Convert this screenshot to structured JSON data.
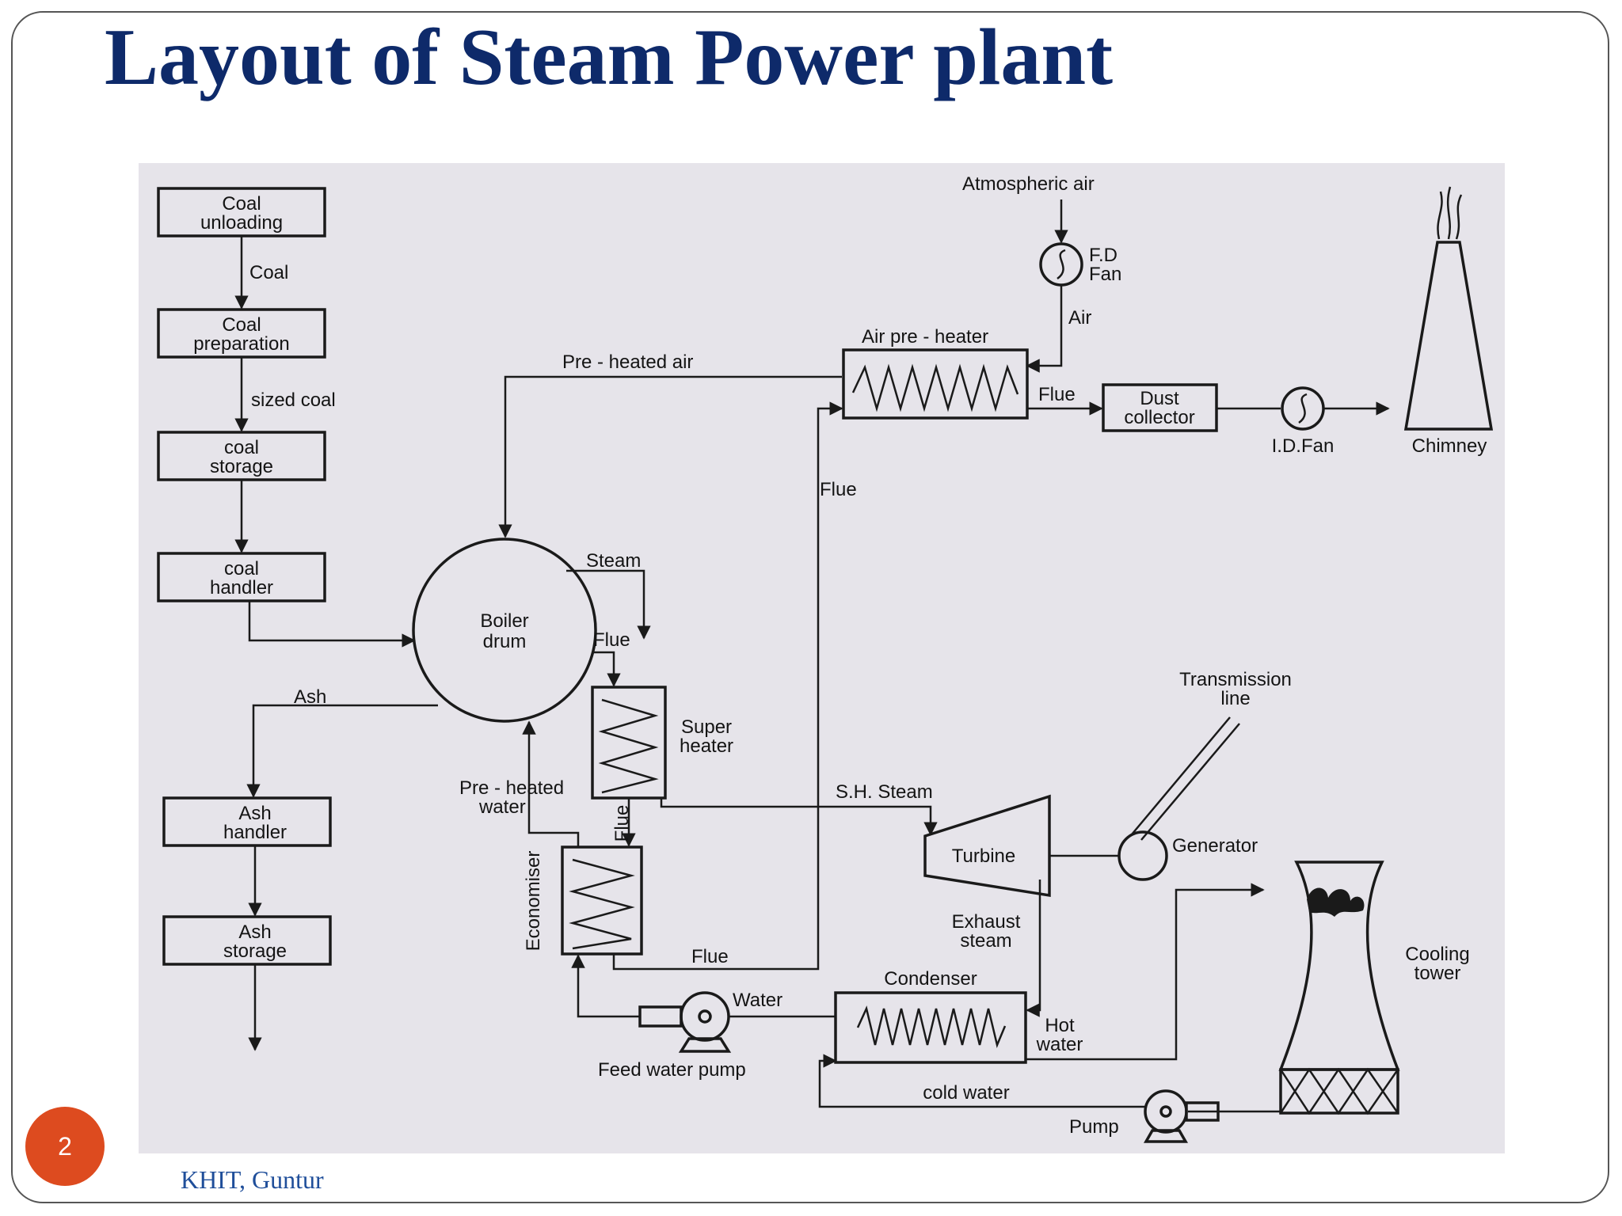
{
  "title": "Layout of Steam Power plant",
  "slide_number": "2",
  "footer": "KHIT, Guntur",
  "colors": {
    "title": "#0e2a6a",
    "badge": "#dd4b1f",
    "footer": "#1f4e9a",
    "figure_background": "#e6e4ea"
  },
  "diagram": {
    "components": {
      "coal_unloading": [
        "Coal",
        "unloading"
      ],
      "coal_preparation": [
        "Coal",
        "preparation"
      ],
      "coal_storage": [
        "coal",
        "storage"
      ],
      "coal_handler": [
        "coal",
        "handler"
      ],
      "ash_handler": [
        "Ash",
        "handler"
      ],
      "ash_storage": [
        "Ash",
        "storage"
      ],
      "boiler_drum": [
        "Boiler",
        "drum"
      ],
      "super_heater": [
        "Super",
        "heater"
      ],
      "economiser": "Economiser",
      "air_pre_heater": "Air pre - heater",
      "dust_collector": [
        "Dust",
        "collector"
      ],
      "fd_fan": [
        "F.D",
        "Fan"
      ],
      "id_fan": "I.D.Fan",
      "chimney": "Chimney",
      "turbine": "Turbine",
      "generator": "Generator",
      "transmission_line": [
        "Transmission",
        "line"
      ],
      "condenser": "Condenser",
      "cooling_tower": [
        "Cooling",
        "tower"
      ],
      "feed_water_pump": "Feed water pump",
      "pump": "Pump"
    },
    "flows": {
      "coal": "Coal",
      "sized_coal": "sized coal",
      "ash": "Ash",
      "pre_heated_air": "Pre - heated air",
      "atmospheric_air": "Atmospheric air",
      "air": "Air",
      "flue": "Flue",
      "steam": "Steam",
      "sh_steam": "S.H. Steam",
      "pre_heated_water": [
        "Pre - heated",
        "water"
      ],
      "exhaust_steam": [
        "Exhaust",
        "steam"
      ],
      "water": "Water",
      "hot_water": [
        "Hot",
        "water"
      ],
      "cold_water": "cold water"
    }
  }
}
